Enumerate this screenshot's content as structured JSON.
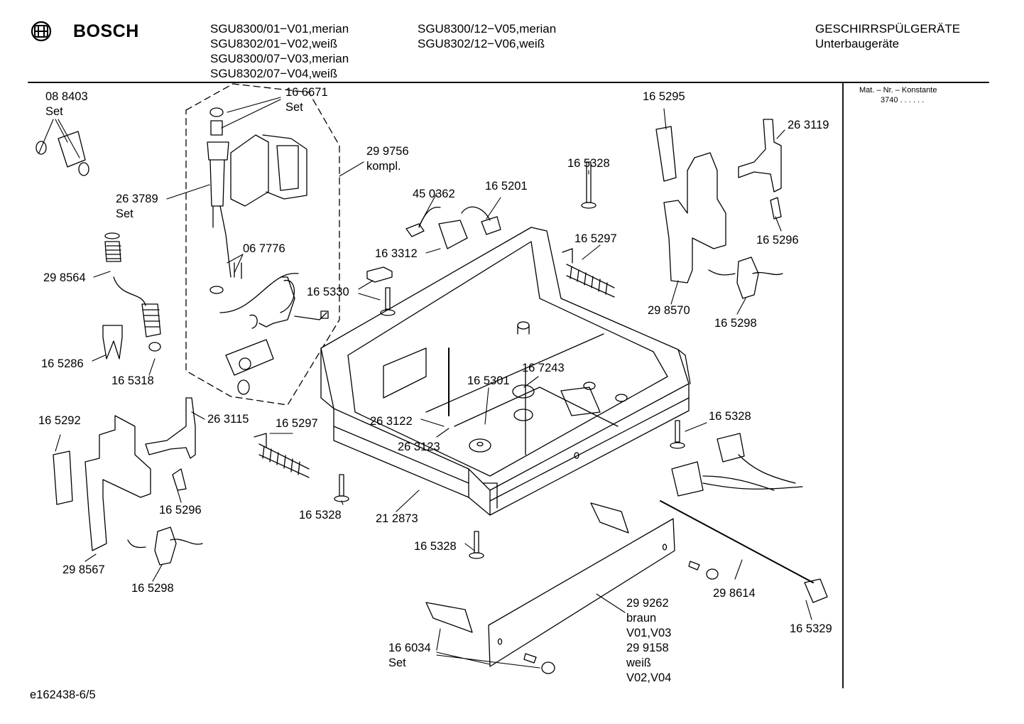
{
  "header": {
    "brand": "BOSCH",
    "models_col1": [
      "SGU8300/01−V01,merian",
      "SGU8302/01−V02,weiß",
      "SGU8300/07−V03,merian",
      "SGU8302/07−V04,weiß"
    ],
    "models_col2": [
      "SGU8300/12−V05,merian",
      "SGU8302/12−V06,weiß"
    ],
    "category": "GESCHIRRSPÜLGERÄTE",
    "subcategory": "Unterbaugeräte"
  },
  "side_panel": {
    "title": "Mat. – Nr. – Konstante",
    "value": "3740 . . . . . ."
  },
  "footer": {
    "drawing_id": "e162438-6/5"
  },
  "parts": {
    "p088403": [
      "08 8403",
      "Set"
    ],
    "p166671": [
      "16 6671",
      "Set"
    ],
    "p299756": [
      "29 9756",
      "kompl."
    ],
    "p263789": [
      "26 3789",
      "Set"
    ],
    "p067776": "06 7776",
    "p298564": "29 8564",
    "p165286": "16 5286",
    "p165318": "16 5318",
    "p165292": "16 5292",
    "p263115": "26 3115",
    "p165297a": "16 5297",
    "p165296a": "16 5296",
    "p298567": "29 8567",
    "p165298a": "16 5298",
    "p165328a": "16 5328",
    "p212873": "21 2873",
    "p165328b": "16 5328",
    "p450362": "45 0362",
    "p165201": "16 5201",
    "p163312": "16 3312",
    "p165330": "16 5330",
    "p165328c": "16 5328",
    "p165297b": "16 5297",
    "p165295": "16 5295",
    "p263119": "26 3119",
    "p165296b": "16 5296",
    "p298570": "29 8570",
    "p165298b": "16 5298",
    "p165301": "16 5301",
    "p167243": "16 7243",
    "p263122": "26 3122",
    "p263123": "26 3123",
    "p165328d": "16 5328",
    "p298614": "29 8614",
    "p165329": "16 5329",
    "p299262": [
      "29 9262",
      "braun",
      "V01,V03",
      "29 9158",
      "weiß",
      "V02,V04"
    ],
    "p166034": [
      "16 6034",
      "Set"
    ]
  }
}
